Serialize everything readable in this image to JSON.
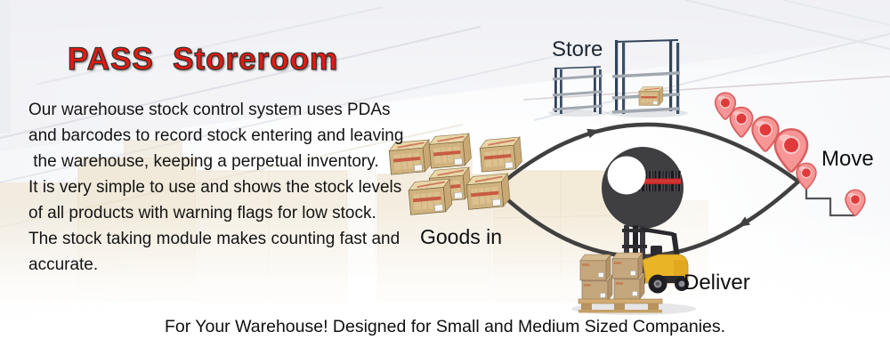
{
  "header": {
    "title": "PASS  Storeroom"
  },
  "intro": {
    "lines": [
      "Our warehouse stock control system uses PDAs",
      "and barcodes to record stock entering and leaving",
      " the warehouse, keeping a perpetual inventory.",
      "It is very simple to use and shows the stock levels",
      "of all products with warning flags for low stock.",
      "The stock taking module makes counting fast and",
      "accurate."
    ]
  },
  "diagram": {
    "labels": {
      "store": "Store",
      "goods_in": "Goods in",
      "move": "Move",
      "deliver": "Deliver"
    },
    "flow_stages": [
      "Goods in",
      "Store",
      "Move",
      "Deliver"
    ]
  },
  "footer": {
    "tagline": "For Your Warehouse! Designed for Small and Medium Sized Companies."
  },
  "colors": {
    "title_red": "#e51a12",
    "pin_red": "#e03a3a",
    "pin_body": "#f79696",
    "scanner_dark": "#3f3e41",
    "scan_line_red": "#c5292c",
    "arrow_gray": "#404040",
    "forklift_yellow": "#eab427",
    "crate_wood": "#dcc08d",
    "rack_navy": "#31435a"
  }
}
